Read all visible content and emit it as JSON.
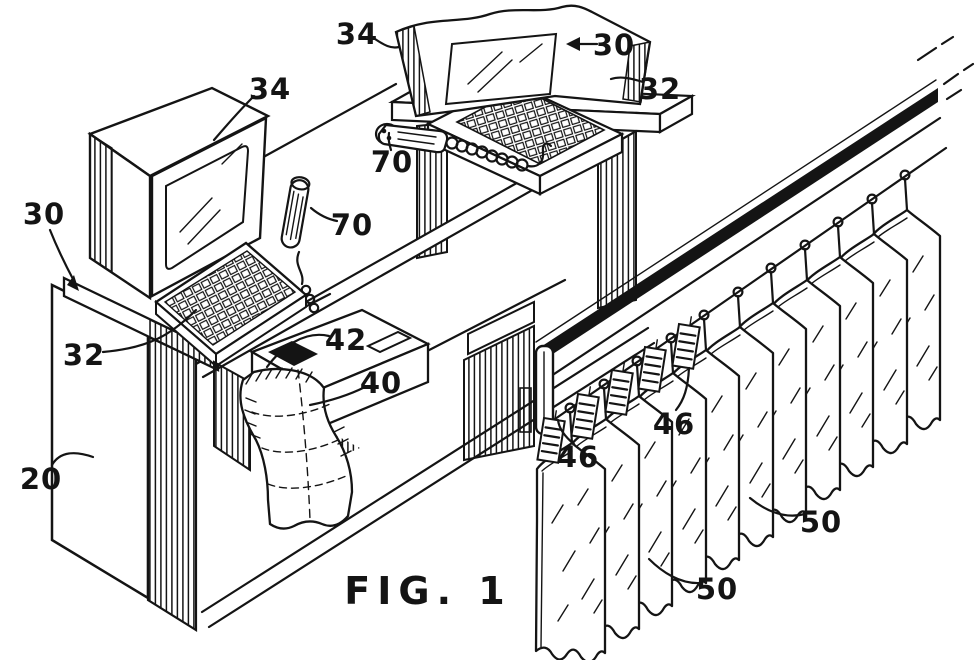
{
  "caption": "FIG. 1",
  "ref": {
    "monitor_left": "34",
    "terminal_left": "30",
    "keyboard_left": "32",
    "scanner_left": "70",
    "monitor_upper": "34",
    "terminal_upper": "30",
    "keyboard_upper": "32",
    "scanner_upper": "70",
    "label_tape": "42",
    "printer": "40",
    "counter": "20",
    "tag_front": "46",
    "tag_rear": "46",
    "garment_rear": "50",
    "garment_front": "50"
  },
  "colors": {
    "ink": "#141414",
    "paper": "#ffffff"
  }
}
